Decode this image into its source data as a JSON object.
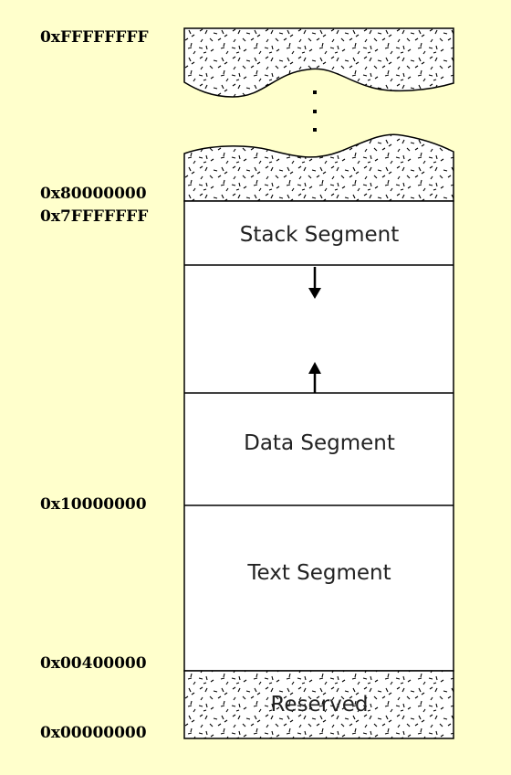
{
  "diagram": {
    "addresses": {
      "top": "0xFFFFFFFF",
      "kernel_start": "0x80000000",
      "stack_top": "0x7FFFFFFF",
      "data_start": "0x10000000",
      "text_start": "0x00400000",
      "bottom": "0x00000000"
    },
    "segments": {
      "stack": "Stack Segment",
      "data": "Data Segment",
      "text": "Text Segment",
      "reserved": "Reserved"
    },
    "colors": {
      "background": "#ffffcc",
      "segment_fill": "#ffffff",
      "outline": "#000000"
    }
  }
}
